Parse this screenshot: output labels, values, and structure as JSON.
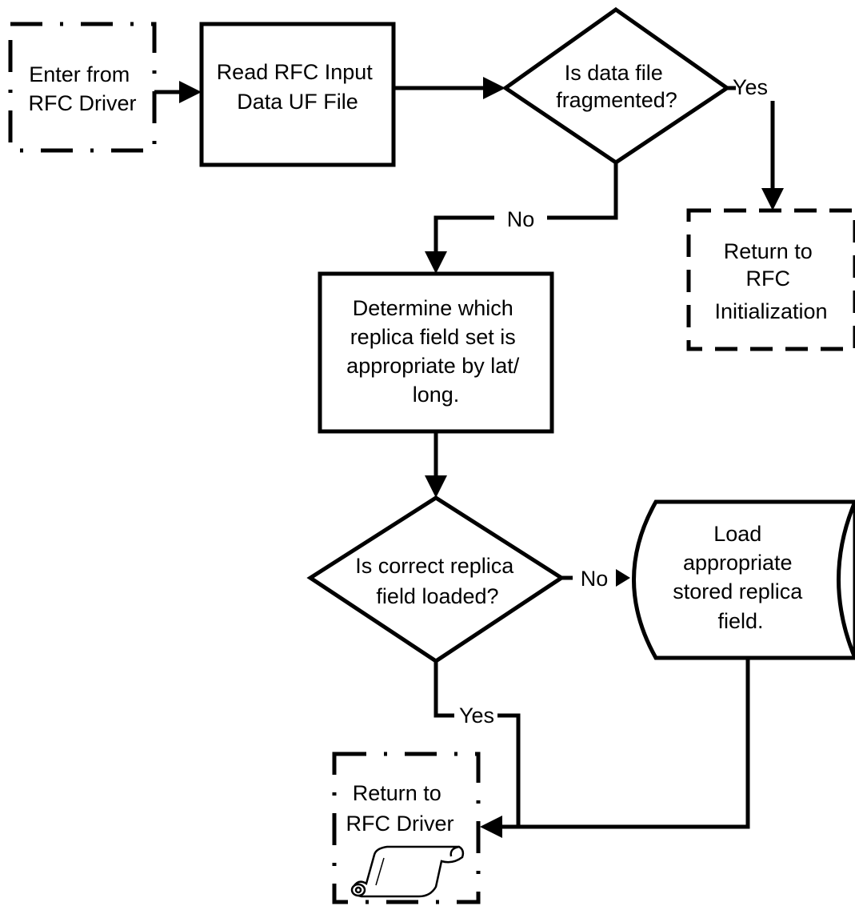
{
  "nodes": {
    "enter_driver": {
      "lines": [
        "Enter from",
        "RFC Driver"
      ]
    },
    "read_input": {
      "lines": [
        "Read RFC Input",
        "Data UF File"
      ]
    },
    "fragmented": {
      "lines": [
        "Is data file",
        "fragmented?"
      ]
    },
    "return_init": {
      "lines": [
        "Return  to",
        "RFC",
        "Initialization"
      ]
    },
    "determine_set": {
      "lines": [
        "Determine which",
        "replica field set is",
        "appropriate by lat/",
        "long."
      ]
    },
    "correct_loaded": {
      "lines": [
        "Is correct replica",
        "field loaded?"
      ]
    },
    "load_stored": {
      "lines": [
        "Load",
        "appropriate",
        "stored replica",
        "field."
      ]
    },
    "return_driver": {
      "lines": [
        "Return  to",
        "RFC Driver"
      ]
    }
  },
  "edge_labels": {
    "fragmented_yes": "Yes",
    "fragmented_no": "No",
    "loaded_no": "No",
    "loaded_yes": "Yes"
  },
  "icons": {
    "scroll": "scroll-icon"
  }
}
